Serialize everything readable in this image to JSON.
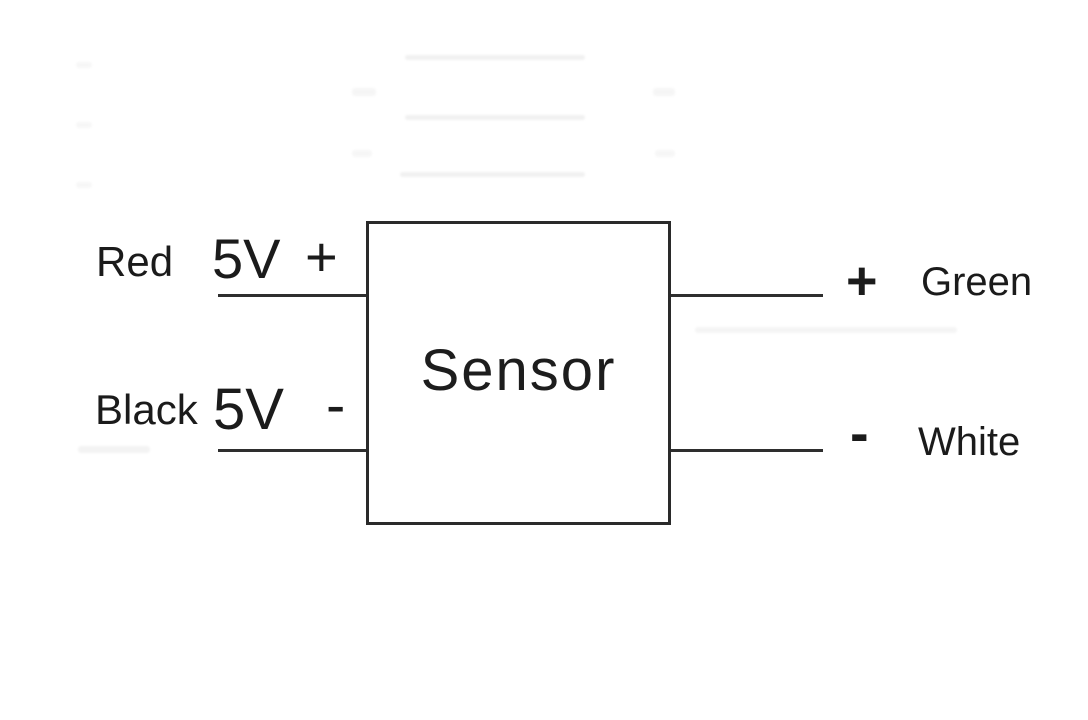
{
  "colors": {
    "background": "#ffffff",
    "line": "#2e2e2e",
    "text": "#1b1b1b"
  },
  "sensor": {
    "label": "Sensor"
  },
  "left_wires": [
    {
      "wire_color": "Red",
      "voltage": "5V",
      "polarity": "+"
    },
    {
      "wire_color": "Black",
      "voltage": "5V",
      "polarity": "-"
    }
  ],
  "right_wires": [
    {
      "polarity": "+",
      "wire_color": "Green"
    },
    {
      "polarity": "-",
      "wire_color": "White"
    }
  ]
}
